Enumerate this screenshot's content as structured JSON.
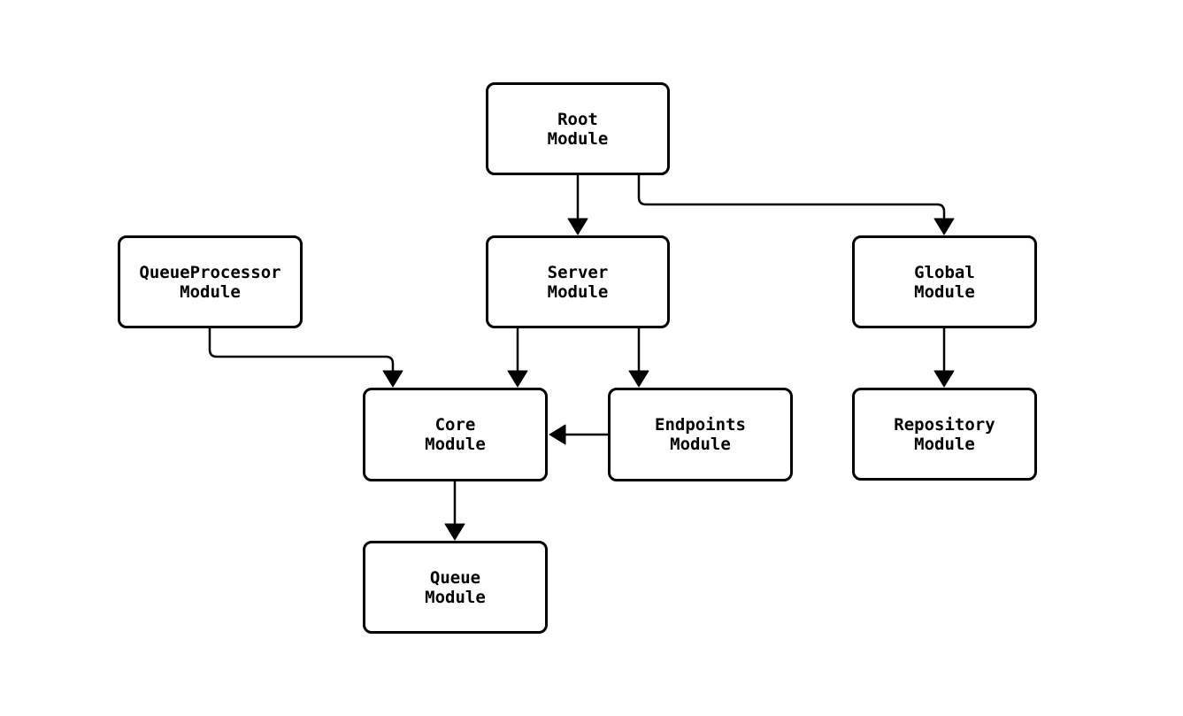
{
  "diagram": {
    "type": "module-dependency-flowchart",
    "background_color": "#ffffff",
    "stroke_color": "#000000",
    "node_fill_color": "#ffffff",
    "text_color": "#000000",
    "nodes": {
      "root": {
        "line1": "Root",
        "line2": "Module"
      },
      "queueprocessor": {
        "line1": "QueueProcessor",
        "line2": "Module"
      },
      "server": {
        "line1": "Server",
        "line2": "Module"
      },
      "global": {
        "line1": "Global",
        "line2": "Module"
      },
      "core": {
        "line1": "Core",
        "line2": "Module"
      },
      "endpoints": {
        "line1": "Endpoints",
        "line2": "Module"
      },
      "repository": {
        "line1": "Repository",
        "line2": "Module"
      },
      "queue": {
        "line1": "Queue",
        "line2": "Module"
      }
    },
    "edges": [
      {
        "from": "Root Module",
        "to": "Server Module"
      },
      {
        "from": "Root Module",
        "to": "Global Module"
      },
      {
        "from": "QueueProcessor Module",
        "to": "Core Module"
      },
      {
        "from": "Server Module",
        "to": "Core Module"
      },
      {
        "from": "Server Module",
        "to": "Endpoints Module"
      },
      {
        "from": "Endpoints Module",
        "to": "Core Module"
      },
      {
        "from": "Global Module",
        "to": "Repository Module"
      },
      {
        "from": "Core Module",
        "to": "Queue Module"
      }
    ]
  }
}
